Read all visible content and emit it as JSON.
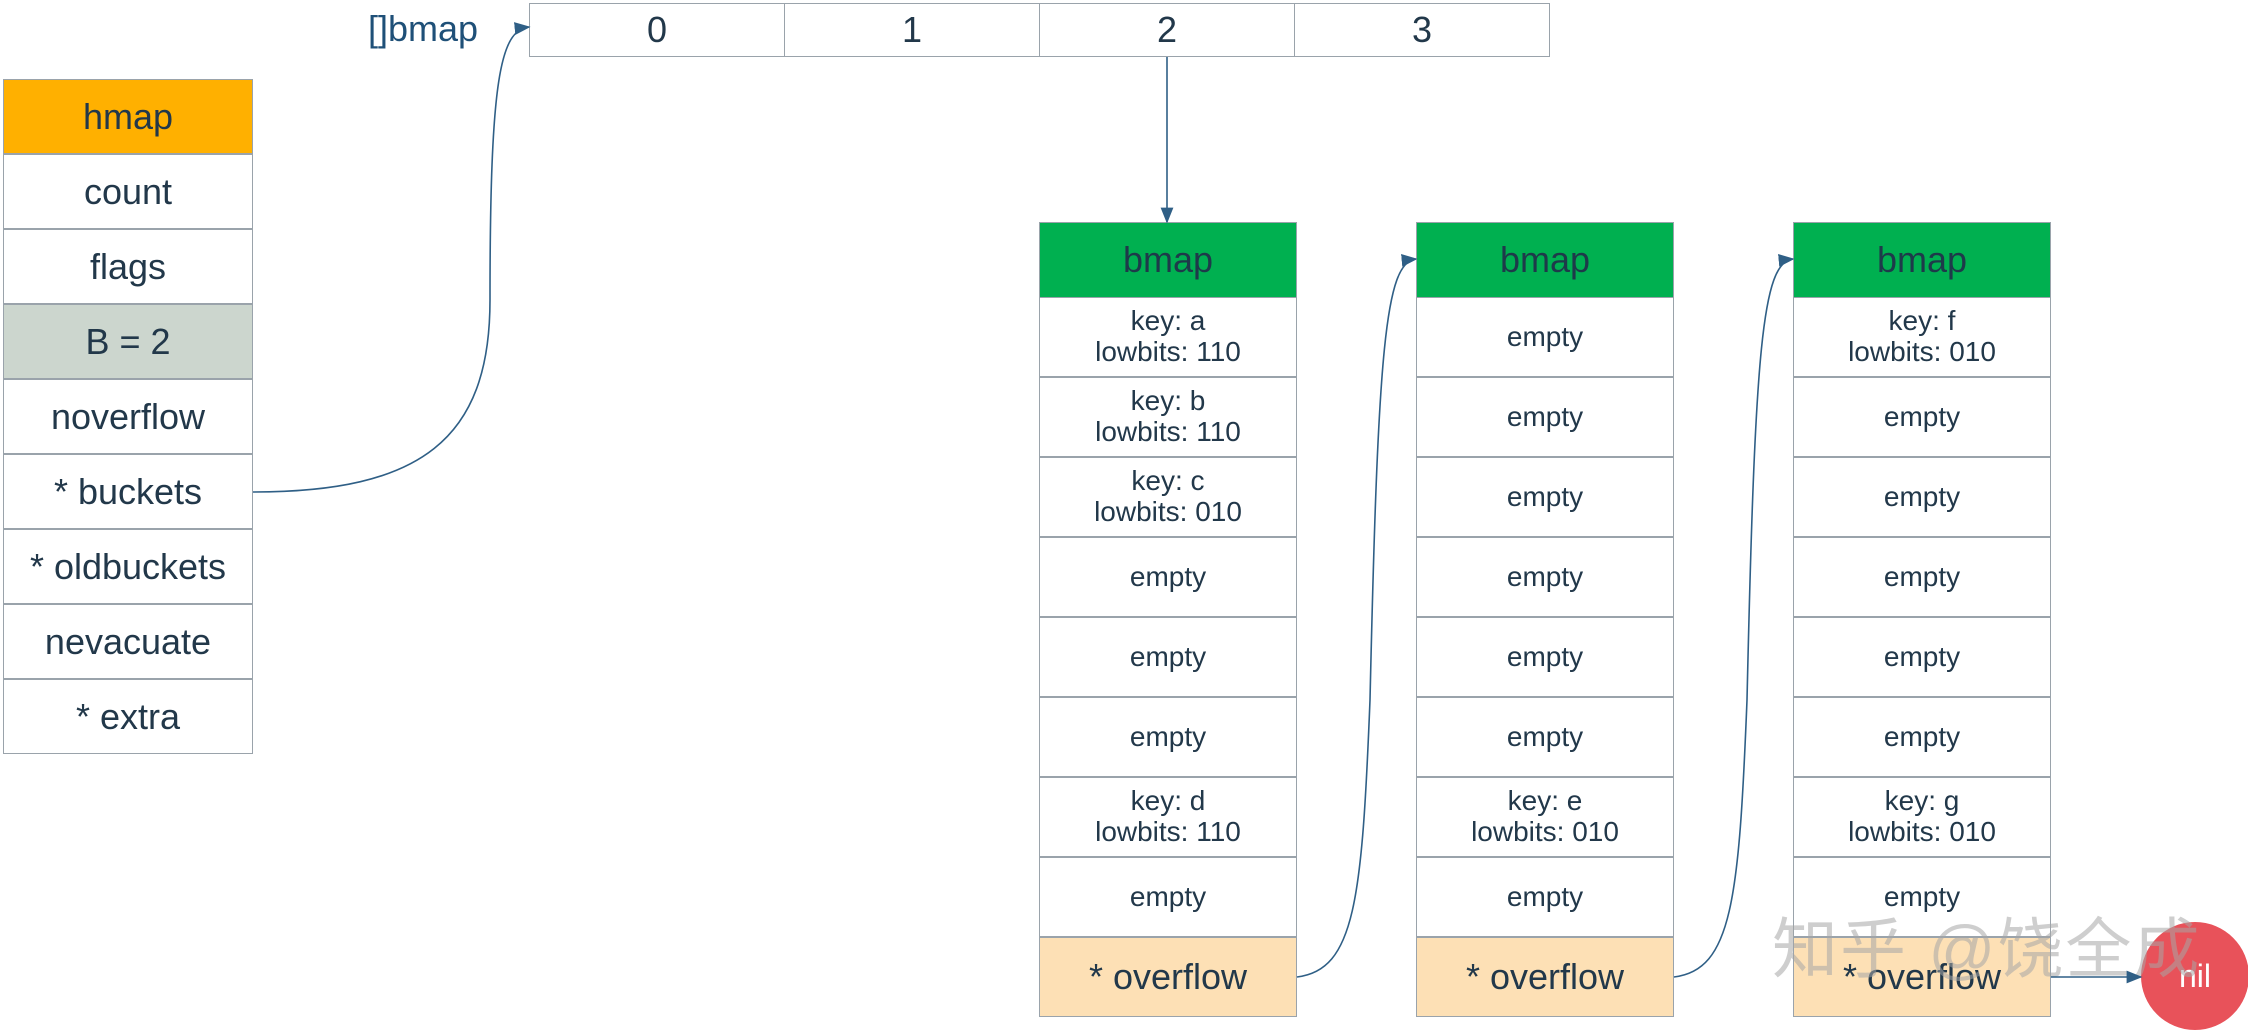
{
  "hmap": {
    "title": "hmap",
    "fields": [
      "count",
      "flags",
      "B = 2",
      "noverflow",
      "* buckets",
      "* oldbuckets",
      "nevacuate",
      "* extra"
    ]
  },
  "bucket_array": {
    "label": "[]bmap",
    "indices": [
      "0",
      "1",
      "2",
      "3"
    ]
  },
  "buckets": [
    {
      "title": "bmap",
      "slots": [
        "key: a\nlowbits: 110",
        "key: b\nlowbits: 110",
        "key: c\nlowbits: 010",
        "empty",
        "empty",
        "empty",
        "key: d\nlowbits: 110",
        "empty"
      ],
      "overflow": "* overflow"
    },
    {
      "title": "bmap",
      "slots": [
        "empty",
        "empty",
        "empty",
        "empty",
        "empty",
        "empty",
        "key: e\nlowbits: 010",
        "empty"
      ],
      "overflow": "* overflow"
    },
    {
      "title": "bmap",
      "slots": [
        "key: f\nlowbits: 010",
        "empty",
        "empty",
        "empty",
        "empty",
        "empty",
        "key: g\nlowbits: 010",
        "empty"
      ],
      "overflow": "* overflow"
    }
  ],
  "nil_label": "nil",
  "watermark": "知乎 @饶全成",
  "colors": {
    "hmap_header": "#ffb000",
    "b_field": "#ccd6ce",
    "bmap_header": "#00b050",
    "overflow": "#fde0b5",
    "nil": "#e8525a",
    "arrow": "#2f5f86"
  }
}
